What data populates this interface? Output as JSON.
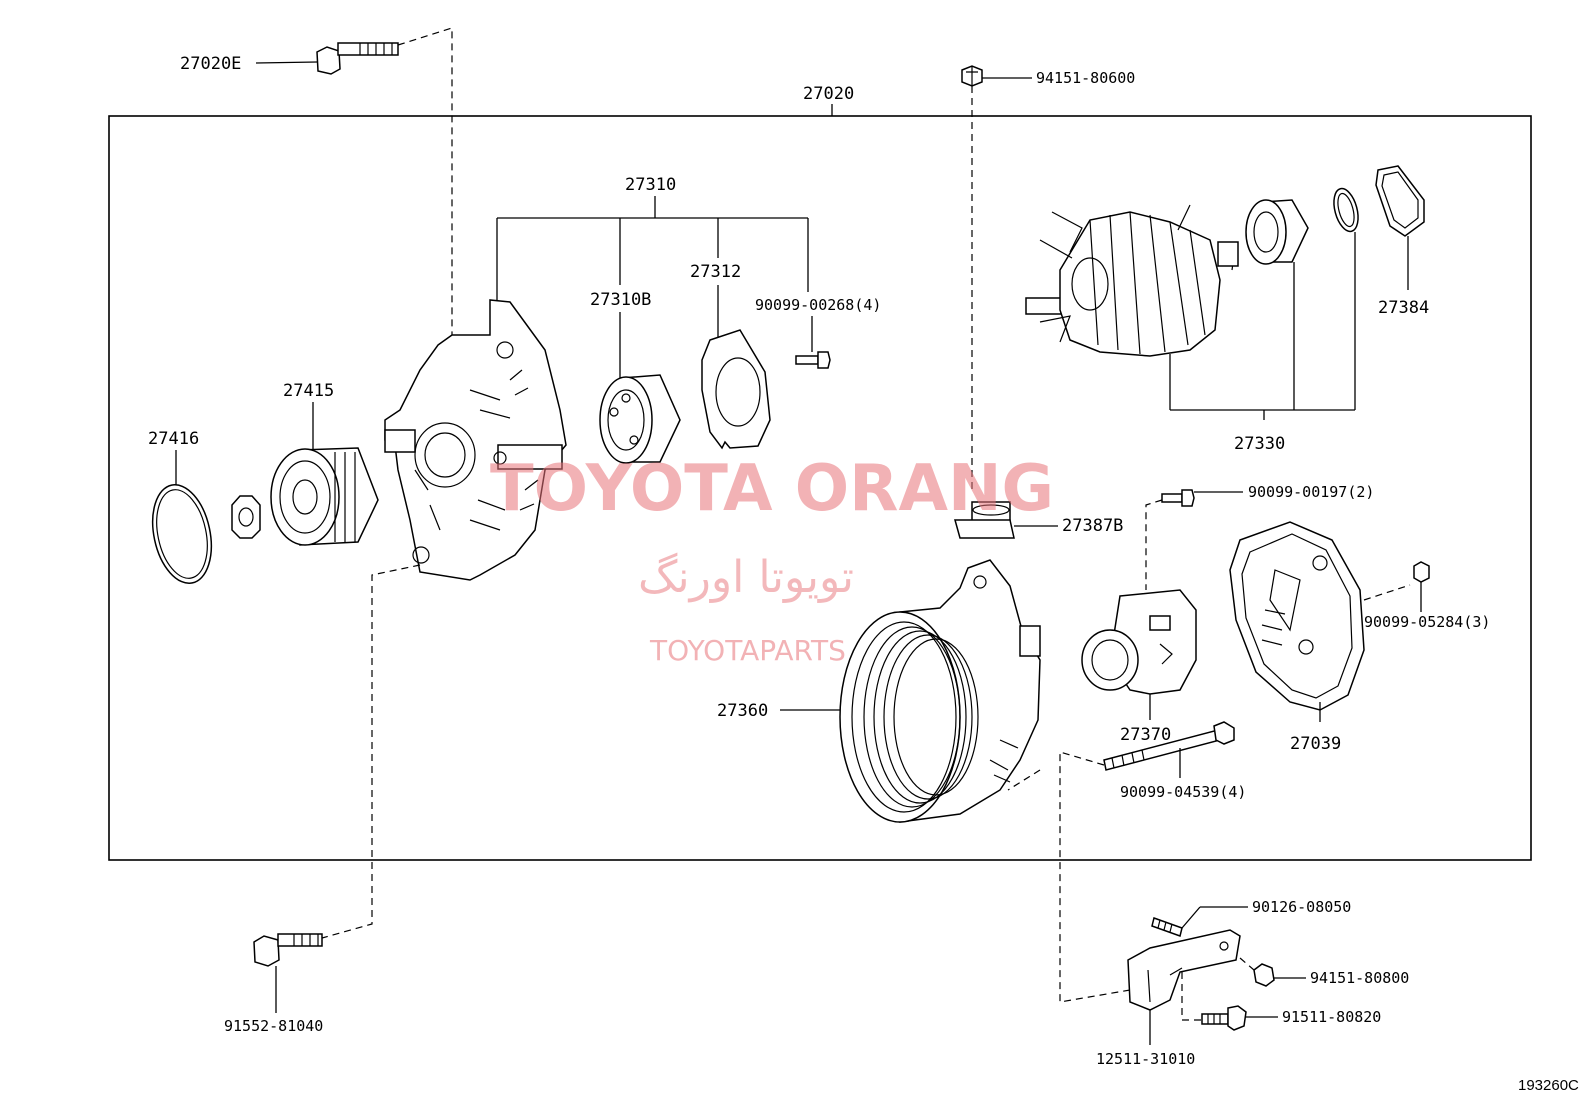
{
  "diagram": {
    "assembly_label": "27020",
    "figure_code": "193260C",
    "watermark": {
      "brand": "TOYOTA ORANG",
      "brand_fa": "تویوتا اورنگ",
      "site": "TOYOTAPARTS"
    },
    "labels": {
      "p27020E": "27020E",
      "p94151_80600": "94151-80600",
      "p27310": "27310",
      "p27312": "27312",
      "p27310B": "27310B",
      "p90099_00268": "90099-00268(4)",
      "p27384": "27384",
      "p27330": "27330",
      "p27415": "27415",
      "p27416": "27416",
      "p90099_00197": "90099-00197(2)",
      "p27387B": "27387B",
      "p90099_05284": "90099-05284(3)",
      "p27360": "27360",
      "p27370": "27370",
      "p27039": "27039",
      "p90099_04539": "90099-04539(4)",
      "p90126_08050": "90126-08050",
      "p94151_80800": "94151-80800",
      "p91511_80820": "91511-80820",
      "p12511_31010": "12511-31010",
      "p91552_81040": "91552-81040"
    }
  }
}
